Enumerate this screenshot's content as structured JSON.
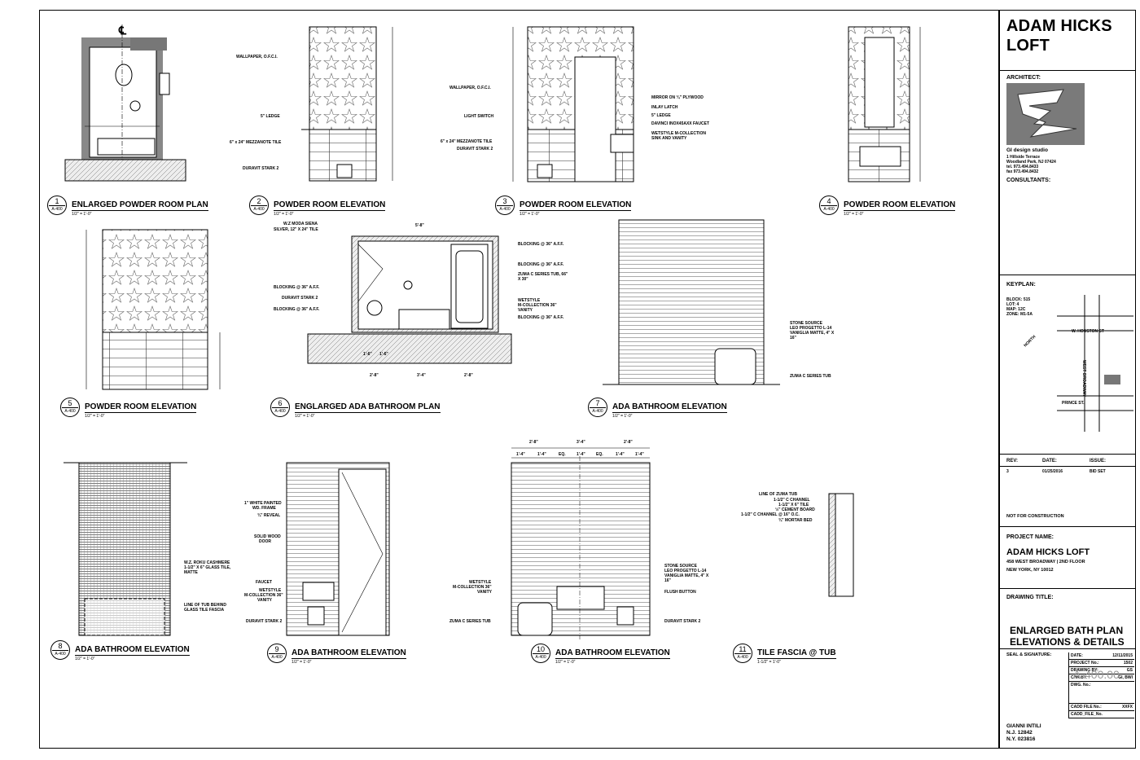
{
  "title_block": {
    "project_title_line1": "ADAM HICKS",
    "project_title_line2": "LOFT",
    "architect_label": "ARCHITECT:",
    "firm_name": "GI design studio",
    "firm_address": [
      "1 Hillside Terrace",
      "Woodland Park, NJ 07424",
      "tel. 973.494.8433",
      "fax 973.494.8432"
    ],
    "consultants_label": "CONSULTANTS:",
    "keyplan_label": "KEYPLAN:",
    "keyplan_info": [
      "BLOCK: 515",
      "LOT: 4",
      "MAP: 12C",
      "ZONE: M1-5A"
    ],
    "keyplan_streets": {
      "north_street": "W. HOUSTON ST",
      "south_street": "PRINCE ST.",
      "avenue": "WEST BROADWAY",
      "north_label": "NORTH"
    },
    "rev_header": {
      "rev": "REV:",
      "date": "DATE:",
      "issue": "ISSUE:"
    },
    "rev_row": {
      "rev": "3",
      "date": "01/25/2016",
      "issue": "BID SET"
    },
    "not_for_construction": "NOT FOR CONSTRUCTION",
    "project_name_label": "PROJECT NAME:",
    "project_name": "ADAM HICKS LOFT",
    "project_address1": "458 WEST BROADWAY | 2ND FLOOR",
    "project_address2": "NEW YORK, NY 10012",
    "drawing_title_label": "DRAWING TITLE:",
    "drawing_title_line1": "ENLARGED BATH PLAN",
    "drawing_title_line2": "ELEVATIONS & DETAILS",
    "seal_label": "SEAL & SIGNATURE:",
    "sheet_table": [
      {
        "k": "DATE:",
        "v": "12/11/2015"
      },
      {
        "k": "PROJECT No.:",
        "v": "1502"
      },
      {
        "k": "DRAWING BY:",
        "v": "GS"
      },
      {
        "k": "CHK BY:",
        "v": "GI, BWI"
      },
      {
        "k": "DWG. No.:",
        "v": ""
      }
    ],
    "sheet_number": "A-400.00",
    "cadd_file_label": "CADD FILE No.:",
    "cadd_file_value": "XXFX",
    "cadd_file_name": "CADD_FILE_No.",
    "signer": [
      "GIANNI INTILI",
      "N.J. 12842",
      "N.Y. 023816"
    ]
  },
  "views": [
    {
      "num": "1",
      "ref": "A-400",
      "title": "ENLARGED POWDER ROOM PLAN",
      "scale": "1/2\" = 1'-0\""
    },
    {
      "num": "2",
      "ref": "A-400",
      "title": "POWDER ROOM ELEVATION",
      "scale": "1/2\" = 1'-0\""
    },
    {
      "num": "3",
      "ref": "A-400",
      "title": "POWDER ROOM ELEVATION",
      "scale": "1/2\" = 1'-0\""
    },
    {
      "num": "4",
      "ref": "A-400",
      "title": "POWDER ROOM ELEVATION",
      "scale": "1/2\" = 1'-0\""
    },
    {
      "num": "5",
      "ref": "A-400",
      "title": "POWDER ROOM ELEVATION",
      "scale": "1/2\" = 1'-0\""
    },
    {
      "num": "6",
      "ref": "A-400",
      "title": "ENGLARGED ADA BATHROOM PLAN",
      "scale": "1/2\" = 1'-0\""
    },
    {
      "num": "7",
      "ref": "A-400",
      "title": "ADA BATHROOM ELEVATION",
      "scale": "1/2\" = 1'-0\""
    },
    {
      "num": "8",
      "ref": "A-400",
      "title": "ADA BATHROOM ELEVATION",
      "scale": "1/2\" = 1'-0\""
    },
    {
      "num": "9",
      "ref": "A-400",
      "title": "ADA BATHROOM ELEVATION",
      "scale": "1/2\" = 1'-0\""
    },
    {
      "num": "10",
      "ref": "A-400",
      "title": "ADA BATHROOM ELEVATION",
      "scale": "1/2\" = 1'-0\""
    },
    {
      "num": "11",
      "ref": "A-400",
      "title": "TILE FASCIA @ TUB",
      "scale": "1-1/2\" = 1'-0\""
    }
  ],
  "notes": {
    "v2": [
      "WALLPAPER, O.F.C.I.",
      "5\" LEDGE",
      "6\" x 24\" MEZZANOTE TILE",
      "DURAVIT STARK 2"
    ],
    "v3_left": [
      "WALLPAPER, O.F.C.I.",
      "LIGHT SWITCH",
      "6\" x 24\" MEZZANOTE TILE",
      "DURAVIT STARK 2"
    ],
    "v3_right": [
      "MIRROR ON ¾\" PLYWOOD",
      "INLAY LATCH",
      "5\" LEDGE",
      "DAVINCI INOX45AXX FAUCET",
      "WETSTYLE M-COLLECTION",
      "SINK AND VANITY"
    ],
    "v6_left": [
      "W.Z MODA SIENA",
      "SILVER, 12\" X 24\" TILE",
      "BLOCKING @ 36\" A.F.F.",
      "DURAVIT STARK 2",
      "BLOCKING @ 36\" A.F.F."
    ],
    "v6_right": [
      "BLOCKING @ 36\" A.F.F.",
      "BLOCKING @ 36\" A.F.F.",
      "ZUMA C SERIES TUB, 66\"",
      "X 30\"",
      "WETSTYLE",
      "M-COLLECTION 36\"",
      "VANITY",
      "BLOCKING @ 36\" A.F.F."
    ],
    "v6_dims": [
      "5'-8\"",
      "2'-8\"",
      "3'-4\"",
      "2'-8\"",
      "1'-6\"",
      "1'-6\""
    ],
    "v7": [
      "STONE SOURCE",
      "LEO PROGETTO L-14",
      "VANIGLIA MATTE, 4\" X",
      "16\"",
      "ZUMA C SERIES TUB"
    ],
    "v8": [
      "W.Z. ROKU CASHMERE",
      "1-1/2\" X 6\" GLASS TILE,",
      "MATTE",
      "LINE OF TUB BEHIND",
      "GLASS TILE FASCIA"
    ],
    "v9": [
      "1\" WHITE PAINTED",
      "WD. FRAME",
      "¾\" REVEAL",
      "SOLID WOOD",
      "DOOR",
      "FAUCET",
      "WETSTYLE",
      "M-COLLECTION 36\"",
      "VANITY",
      "DURAVIT STARK 2"
    ],
    "v10_left": [
      "WETSTYLE",
      "M-COLLECTION 36\"",
      "VANITY",
      "ZUMA C SERIES TUB"
    ],
    "v10_right": [
      "STONE SOURCE",
      "LEO PROGETTO L-14",
      "VANIGLIA MATTE, 4\" X",
      "16\"",
      "FLUSH BUTTON",
      "DURAVIT STARK 2"
    ],
    "v10_dims": [
      "2'-8\"",
      "3'-4\"",
      "2'-8\"",
      "1'-4\"",
      "1'-4\"",
      "EQ.",
      "1'-4\"",
      "EQ.",
      "1'-4\"",
      "1'-4\""
    ],
    "v11": [
      "LINE OF ZUMA TUB",
      "1-1/2\" C CHANNEL",
      "1-1/2\" X 6\" TILE",
      "½\" CEMENT BOARD",
      "1-1/2\" C CHANNEL @ 16\" O.C.",
      "¾\" MORTAR BED"
    ]
  }
}
